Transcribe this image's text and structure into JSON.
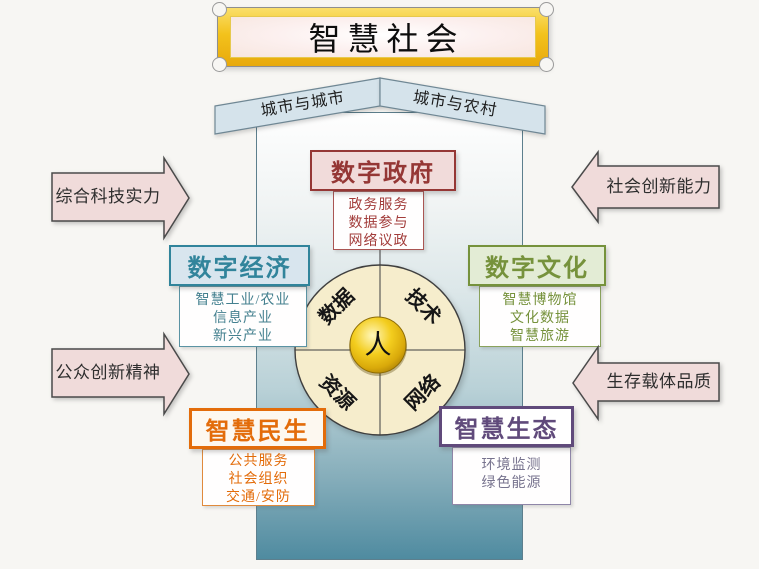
{
  "banner": {
    "title": "智慧社会"
  },
  "chevron": {
    "left": "城市与城市",
    "right": "城市与农村"
  },
  "arrows": {
    "left_top": "综合科技实力",
    "left_bottom": "公众创新精神",
    "right_top": "社会创新能力",
    "right_bottom": "生存载体品质"
  },
  "categories": [
    {
      "title": "数字政府",
      "color": "#953735",
      "items": [
        "政务服务",
        "数据参与",
        "网络议政"
      ]
    },
    {
      "title": "数字经济",
      "color": "#31849b",
      "items": [
        "智慧工业/农业",
        "信息产业",
        "新兴产业"
      ]
    },
    {
      "title": "数字文化",
      "color": "#76923c",
      "items": [
        "智慧博物馆",
        "文化数据",
        "智慧旅游"
      ]
    },
    {
      "title": "智慧民生",
      "color": "#e36c0a",
      "items": [
        "公共服务",
        "社会组织",
        "交通/安防"
      ]
    },
    {
      "title": "智慧生态",
      "color": "#604a7b",
      "items": [
        "环境监测",
        "绿色能源"
      ]
    }
  ],
  "wheel": {
    "quadrants": [
      "数据",
      "技术",
      "资源",
      "网络"
    ],
    "center": "人",
    "disc_color": "#f6edcc",
    "button_color": "#edc41a"
  },
  "palette": {
    "background": "#f7f6f3",
    "tower_bottom": "#4f8ba0",
    "chevron_fill": "#d5e3eb",
    "arrow_fill": "#f0dbda",
    "banner_gold": "#f3c21c"
  }
}
